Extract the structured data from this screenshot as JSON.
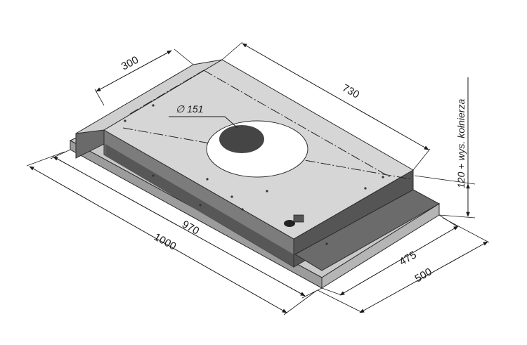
{
  "drawing": {
    "dimensions": {
      "d300": "300",
      "d730": "730",
      "d151": "∅ 151",
      "d970": "970",
      "d1000": "1000",
      "d475": "475",
      "d500": "500",
      "height": "120 + wys. kołnierza"
    },
    "colors": {
      "top_plate": "#d6d6d6",
      "side_dark": "#5a5a5a",
      "side_mid": "#8a8a8a",
      "base_light": "#c9c9c9",
      "outline": "#2b2b2b",
      "cutout": "#ffffff",
      "hole": "#454545"
    }
  }
}
